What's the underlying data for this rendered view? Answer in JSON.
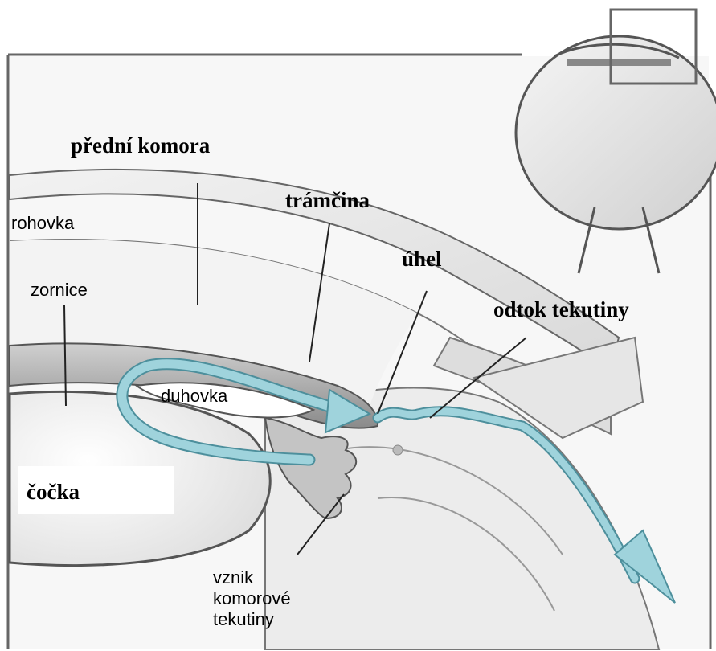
{
  "labels": {
    "anterior_chamber": "přední komora",
    "cornea": "rohovka",
    "trabecular_meshwork": "trámčina",
    "angle": "úhel",
    "pupil": "zornice",
    "fluid_outflow": "odtok tekutiny",
    "iris": "duhovka",
    "lens": "čočka",
    "fluid_origin": [
      "vznik",
      "komorové",
      "tekutiny"
    ]
  },
  "colors": {
    "fluid_arrow": "#9fd3dc",
    "tissue_gray": "#b9b9b9",
    "outline": "#555555"
  }
}
